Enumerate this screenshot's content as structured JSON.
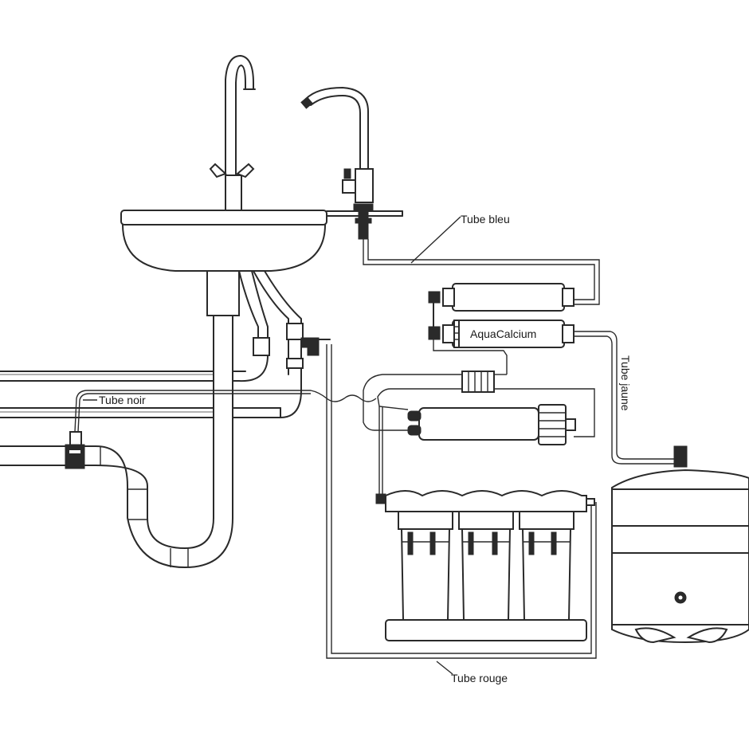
{
  "diagram": {
    "title": "Reverse osmosis under-sink installation",
    "colors": {
      "line": "#2a2a2a",
      "background": "#ffffff"
    },
    "components": [
      {
        "id": "sink",
        "label": ""
      },
      {
        "id": "kitchen-faucet",
        "label": ""
      },
      {
        "id": "ro-faucet",
        "label": ""
      },
      {
        "id": "drain-siphon",
        "label": ""
      },
      {
        "id": "post-filter",
        "label": ""
      },
      {
        "id": "aquacalcium-filter",
        "label": "AquaCalcium"
      },
      {
        "id": "ro-membrane",
        "label": ""
      },
      {
        "id": "flow-restrictor",
        "label": ""
      },
      {
        "id": "prefilter-block",
        "label": ""
      },
      {
        "id": "storage-tank",
        "label": ""
      },
      {
        "id": "feed-valve",
        "label": ""
      },
      {
        "id": "drain-saddle",
        "label": ""
      }
    ],
    "labels": {
      "tube_bleu": "Tube bleu",
      "tube_jaune": "Tube jaune",
      "tube_noir": "Tube noir",
      "tube_rouge": "Tube rouge",
      "aquacalcium": "AquaCalcium"
    },
    "connections": [
      {
        "tube": "Tube bleu",
        "from": "post-filter",
        "to": "ro-faucet"
      },
      {
        "tube": "Tube jaune",
        "from": "aquacalcium-filter",
        "to": "storage-tank"
      },
      {
        "tube": "Tube noir",
        "from": "flow-restrictor",
        "to": "drain-saddle"
      },
      {
        "tube": "Tube rouge",
        "from": "feed-valve",
        "to": "prefilter-block"
      }
    ]
  }
}
